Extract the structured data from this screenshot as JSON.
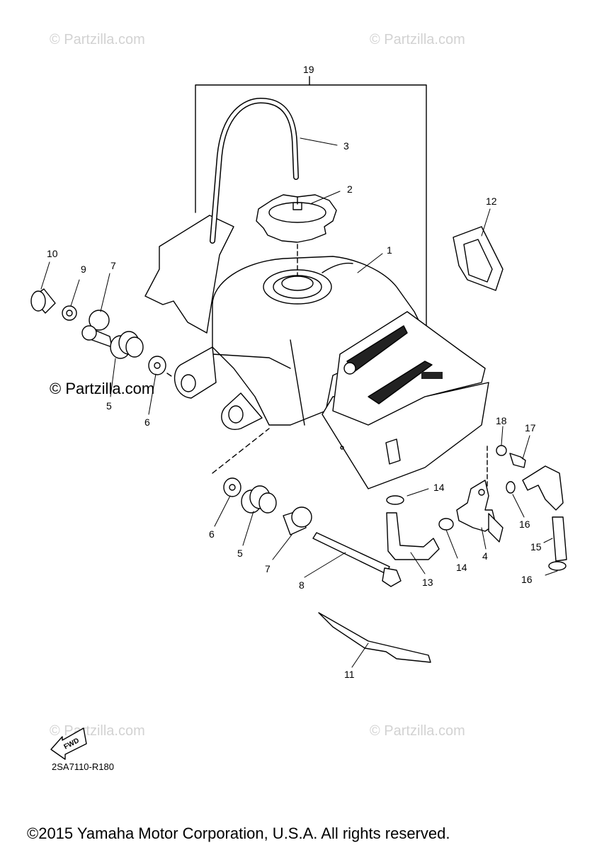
{
  "watermarks": {
    "top_left": "© Partzilla.com",
    "top_right": "© Partzilla.com",
    "middle_left": "© Partzilla.com",
    "bottom_left": "© Partzilla.com",
    "bottom_right": "© Partzilla.com"
  },
  "callouts": {
    "c1": "1",
    "c2": "2",
    "c3": "3",
    "c4": "4",
    "c5a": "5",
    "c5b": "5",
    "c6a": "6",
    "c6b": "6",
    "c7a": "7",
    "c7b": "7",
    "c8": "8",
    "c9": "9",
    "c10": "10",
    "c11": "11",
    "c12": "12",
    "c13": "13",
    "c14a": "14",
    "c14b": "14",
    "c15": "15",
    "c16a": "16",
    "c16b": "16",
    "c17": "17",
    "c18": "18",
    "c19": "19"
  },
  "fwd_label": "FWD",
  "part_code": "2SA7110-R180",
  "copyright": "©2015 Yamaha Motor Corporation, U.S.A. All rights reserved.",
  "colors": {
    "line": "#000000",
    "watermark": "#d2d2d2",
    "background": "#ffffff"
  }
}
